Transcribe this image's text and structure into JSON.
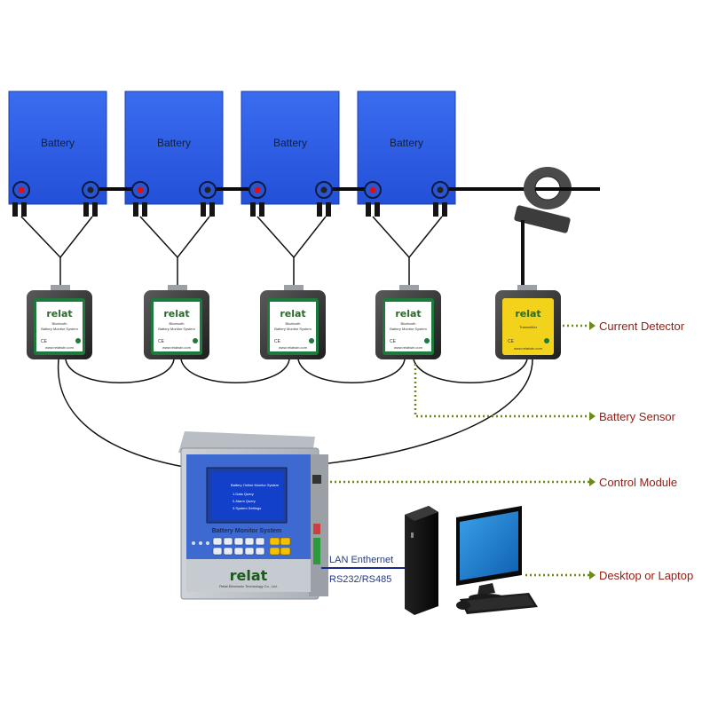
{
  "diagram": {
    "brand": "relat",
    "batteries": [
      {
        "label": "Battery"
      },
      {
        "label": "Battery"
      },
      {
        "label": "Battery"
      },
      {
        "label": "Battery"
      }
    ],
    "callouts": {
      "current_detector": "Current Detector",
      "battery_sensor": "Battery Sensor",
      "control_module": "Control Module",
      "desktop": "Desktop or Laptop"
    },
    "connection_labels": {
      "lan": "LAN Enthernet",
      "serial": "RS232/RS485"
    },
    "control_module": {
      "panel_title": "Battery Monitor System"
    },
    "colors": {
      "battery_fill": "#2f5fe6",
      "sensor_face": "#1b7a3c",
      "detector_face": "#f2d21b",
      "callout_dots": "#6b8a1e",
      "callout_text": "#9a1a0e",
      "cable": "#111111"
    }
  }
}
